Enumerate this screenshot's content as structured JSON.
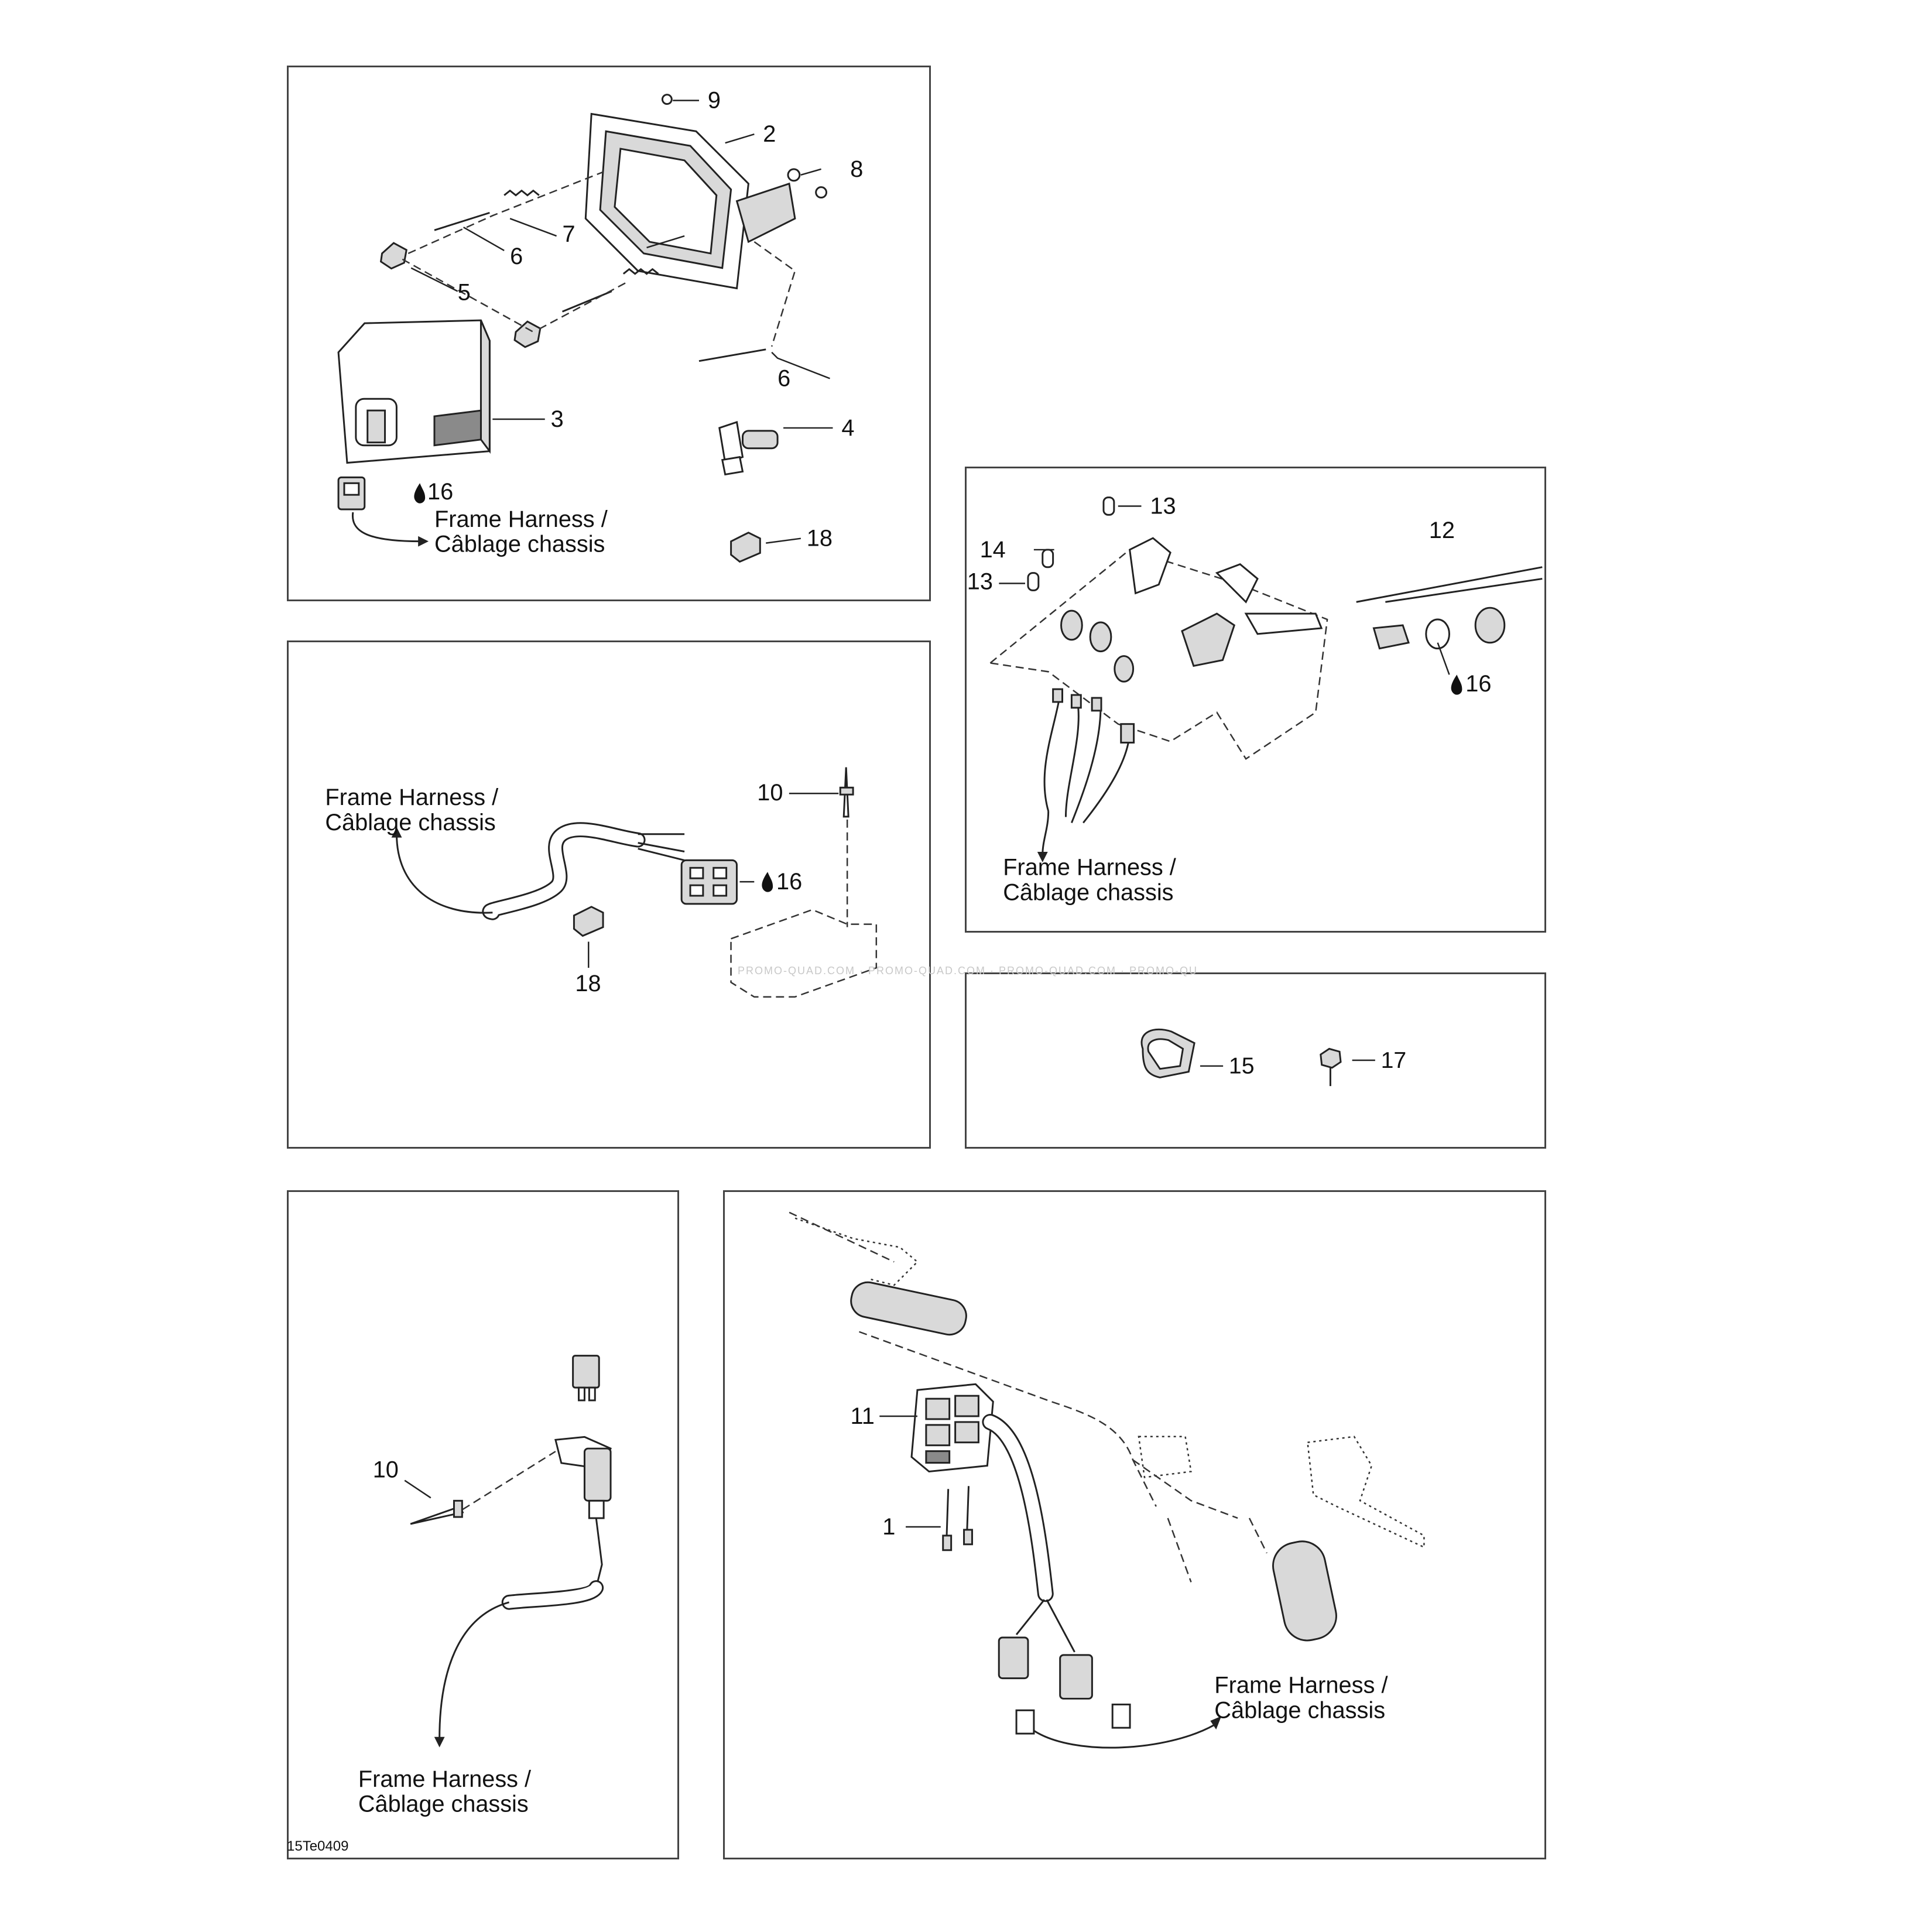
{
  "harness_label_line1": "Frame Harness /",
  "harness_label_line2": "Câblage chassis",
  "grease_icon": "drop-icon",
  "watermark": "PROMO-QUAD.COM · PROMO-QUAD.COM · PROMO-QUAD.COM · PROMO-QU",
  "drawing_code": "15Te0409",
  "callouts": {
    "headlight": [
      "9",
      "2",
      "8",
      "7",
      "6",
      "5",
      "6",
      "3",
      "4",
      "16",
      "18"
    ],
    "harness": [
      "10",
      "16",
      "18"
    ],
    "console": [
      "13",
      "12",
      "14",
      "13",
      "16"
    ],
    "hardware": [
      "15",
      "17"
    ],
    "relay": [
      "10"
    ],
    "handlebar": [
      "11",
      "1"
    ]
  }
}
